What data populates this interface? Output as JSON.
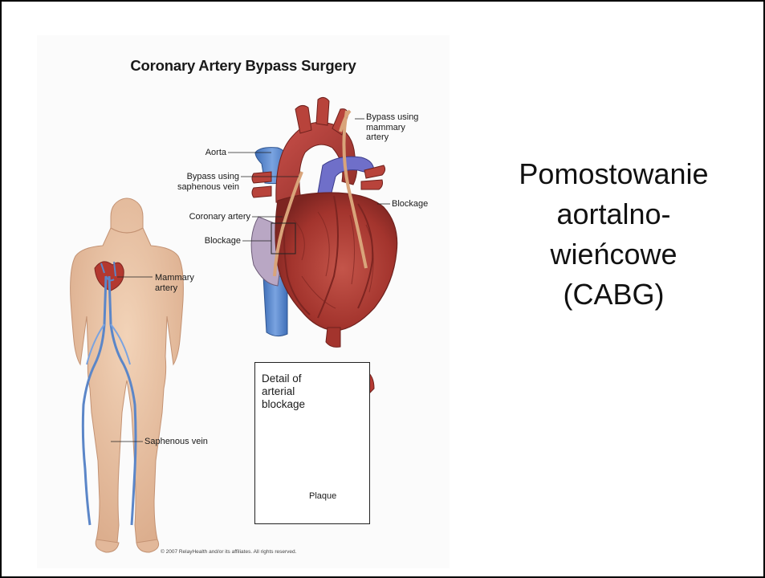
{
  "figure": {
    "title": "Coronary Artery Bypass Surgery",
    "labels": {
      "bypass_mammary": [
        "Bypass using",
        "mammary",
        "artery"
      ],
      "aorta": "Aorta",
      "bypass_saphenous": [
        "Bypass using",
        "saphenous vein"
      ],
      "blockage_right": "Blockage",
      "coronary_artery": "Coronary artery",
      "blockage_left": "Blockage",
      "mammary_artery": [
        "Mammary",
        "artery"
      ],
      "saphenous_vein": "Saphenous vein",
      "plaque": "Plaque"
    },
    "detail_title": [
      "Detail of",
      "arterial",
      "blockage"
    ],
    "copyright": "© 2007 RelayHealth and/or its affiliates.  All rights reserved."
  },
  "slide_title": [
    "Pomostowanie",
    "aortalno-",
    "wieńcowe",
    "(CABG)"
  ],
  "colors": {
    "heart": "#a8352e",
    "aorta": "#b33a33",
    "vein": "#5b86c8",
    "skin": "#e9c3a4",
    "graft": "#d9a47a"
  }
}
